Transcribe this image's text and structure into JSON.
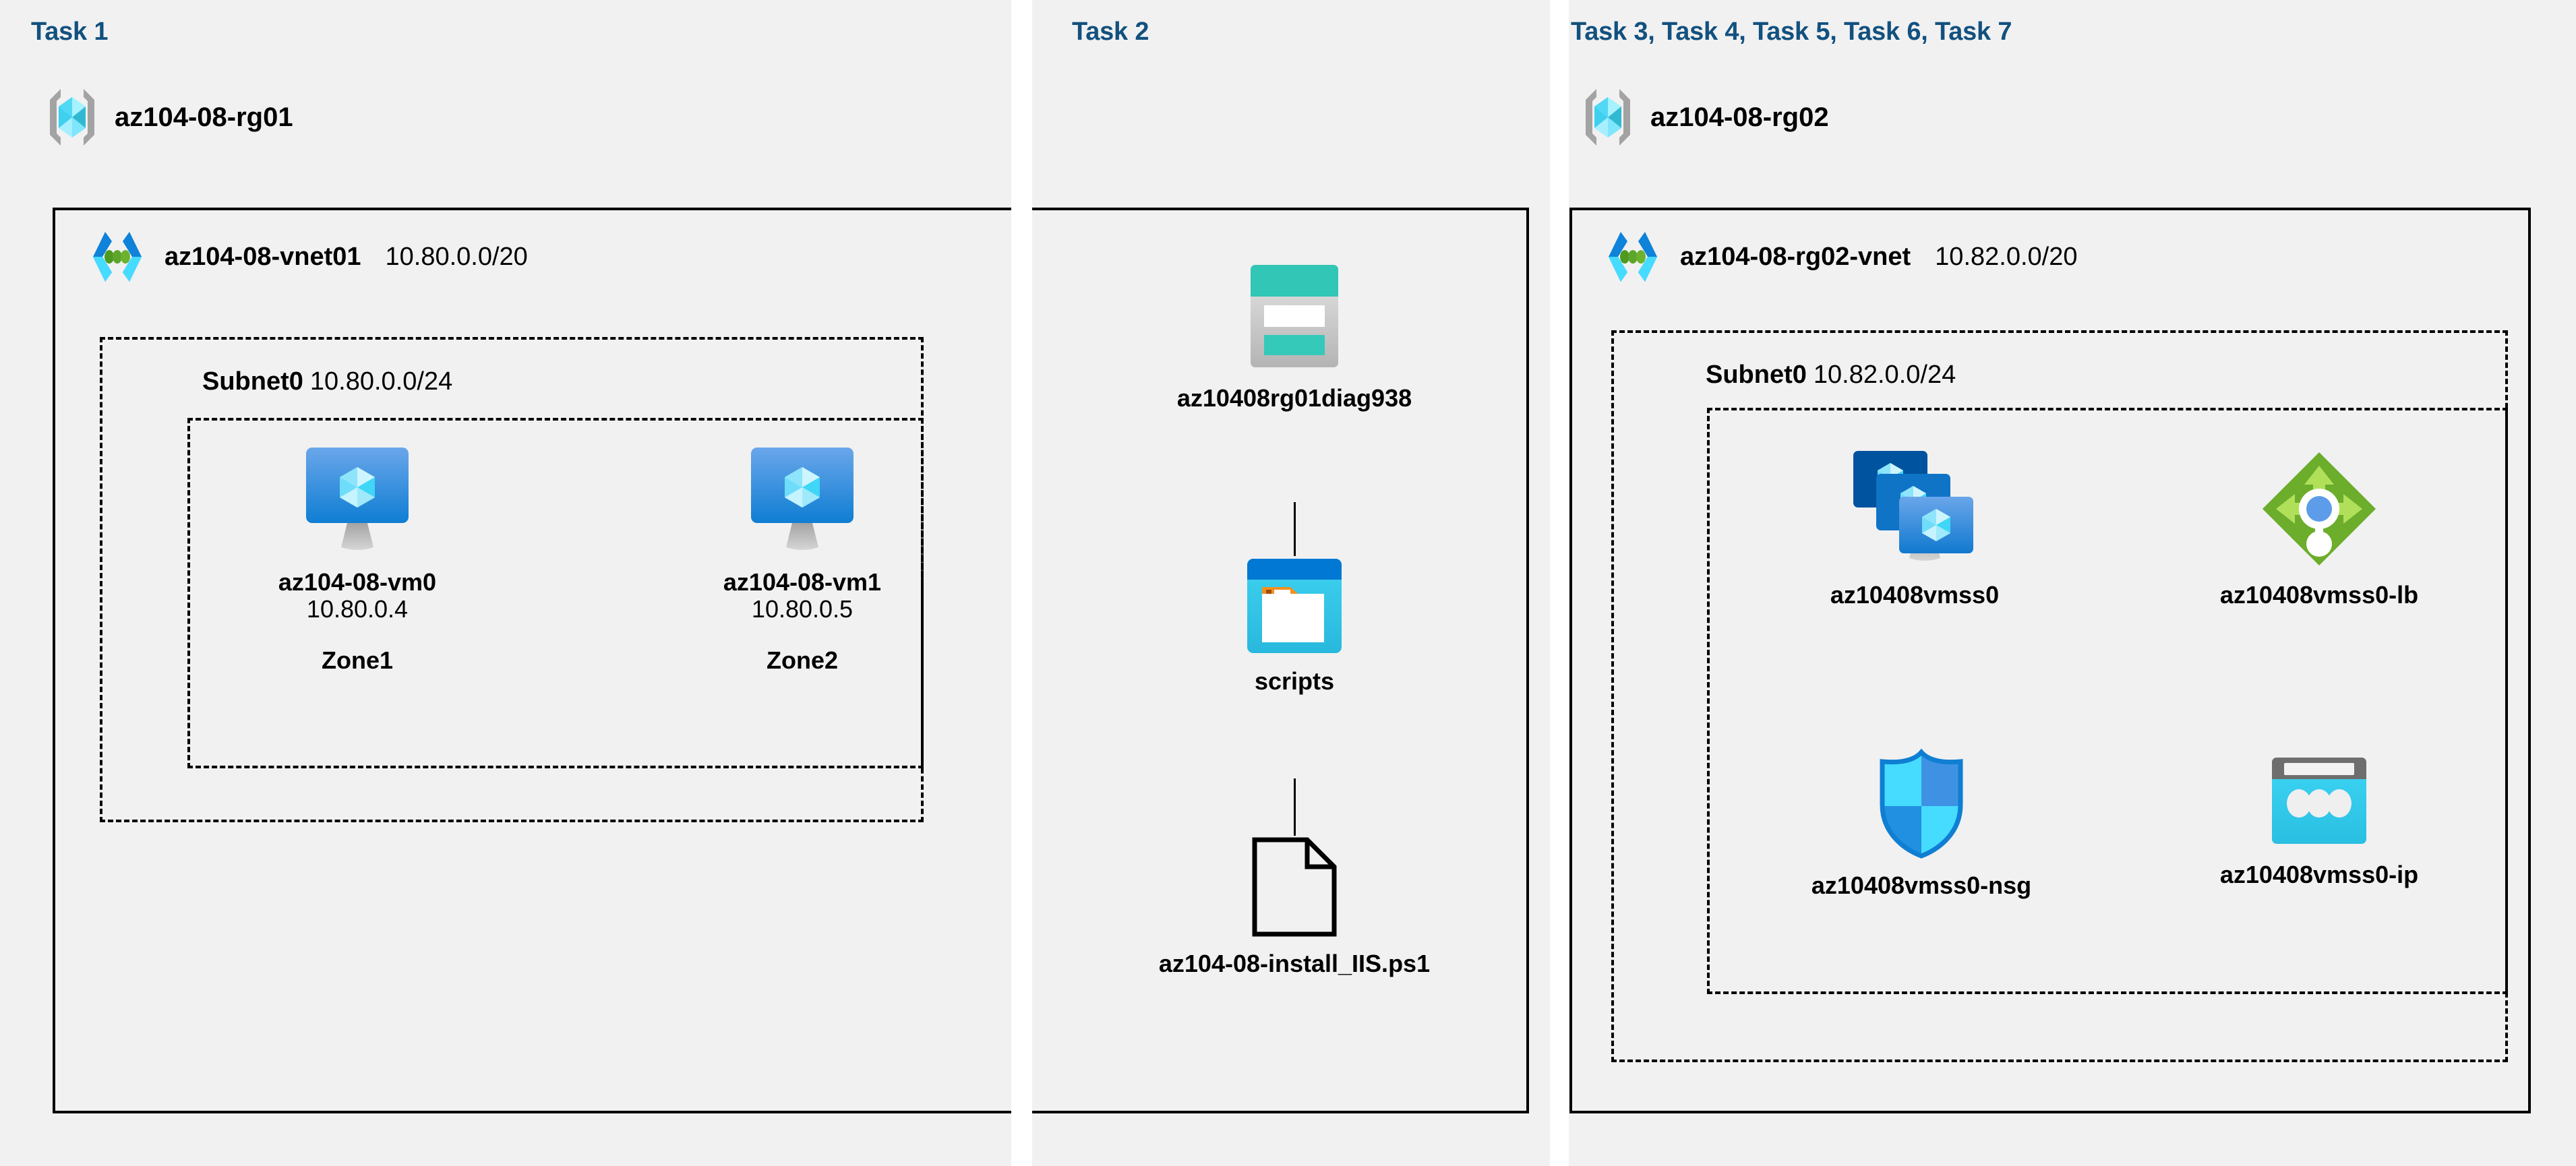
{
  "colors": {
    "task_heading": "#12517f",
    "panel_bg": "#f1f1f1",
    "page_bg": "#ffffff",
    "border": "#000000",
    "vm_blue": "#2f8de4",
    "vmss_dark": "#0058a6",
    "lb_green": "#6cad2b",
    "nsg_cyan": "#32d2f5",
    "storage_teal": "#31c6b5",
    "blob_blue": "#0078d4",
    "ip_cyan": "#32c5f4",
    "rg_gray": "#9d9d9d"
  },
  "columns": {
    "task1": {
      "heading": "Task 1",
      "resource_group": {
        "name": "az104-08-rg01",
        "icon": "resource-group-icon"
      },
      "vnet": {
        "name": "az104-08-vnet01",
        "cidr": "10.80.0.0/20",
        "icon": "virtual-network-icon"
      },
      "subnet": {
        "name": "Subnet0",
        "cidr": "10.80.0.0/24"
      },
      "vms": [
        {
          "name": "az104-08-vm0",
          "ip": "10.80.0.4",
          "zone": "Zone1",
          "icon": "virtual-machine-icon"
        },
        {
          "name": "az104-08-vm1",
          "ip": "10.80.0.5",
          "zone": "Zone2",
          "icon": "virtual-machine-icon"
        }
      ]
    },
    "task2": {
      "heading": "Task 2",
      "nodes": [
        {
          "name": "az10408rg01diag938",
          "icon": "storage-account-icon"
        },
        {
          "name": "scripts",
          "icon": "blob-container-icon"
        },
        {
          "name": "az104-08-install_IIS.ps1",
          "icon": "script-file-icon"
        }
      ]
    },
    "task3": {
      "heading": "Task 3, Task 4, Task 5, Task 6, Task 7",
      "resource_group": {
        "name": "az104-08-rg02",
        "icon": "resource-group-icon"
      },
      "vnet": {
        "name": "az104-08-rg02-vnet",
        "cidr": "10.82.0.0/20",
        "icon": "virtual-network-icon"
      },
      "subnet": {
        "name": "Subnet0",
        "cidr": "10.82.0.0/24"
      },
      "resources": [
        {
          "name": "az10408vmss0",
          "icon": "vm-scale-set-icon"
        },
        {
          "name": "az10408vmss0-lb",
          "icon": "load-balancer-icon"
        },
        {
          "name": "az10408vmss0-nsg",
          "icon": "network-security-group-icon"
        },
        {
          "name": "az10408vmss0-ip",
          "icon": "public-ip-address-icon"
        }
      ]
    }
  }
}
